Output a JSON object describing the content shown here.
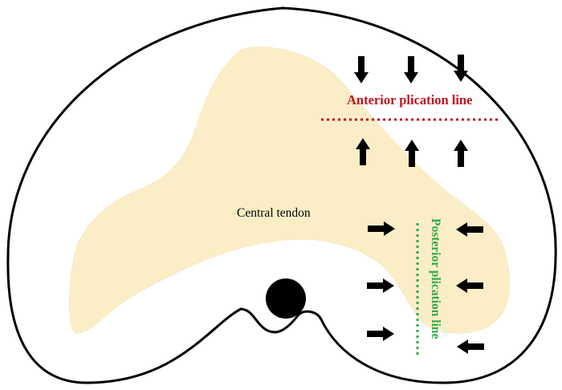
{
  "labels": {
    "anterior": "Anterior plication line",
    "posterior": "Posterior plication line",
    "tendon": "Central tendon"
  },
  "colors": {
    "outline": "#000000",
    "tendon_fill": "#fbeec7",
    "anterior": "#c0141e",
    "posterior": "#2eaa48",
    "arrow": "#000000"
  },
  "arrow_icon": "arrow-icon"
}
